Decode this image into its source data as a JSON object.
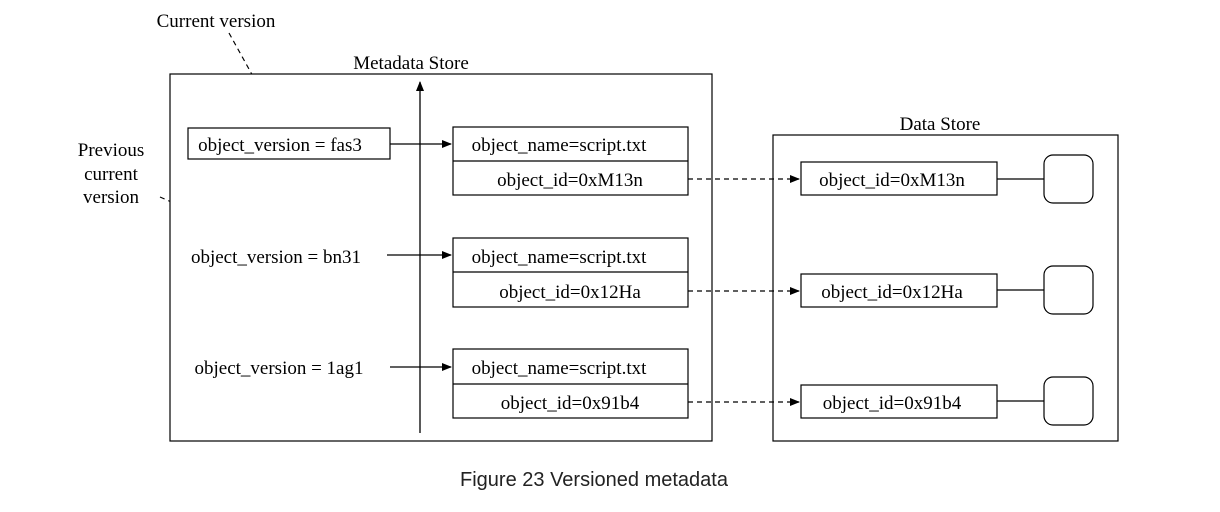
{
  "labels": {
    "current_version": "Current version",
    "previous_current_version": [
      "Previous",
      "current",
      "version"
    ],
    "metadata_store": "Metadata Store",
    "data_store": "Data Store"
  },
  "versions": [
    {
      "label": "object_version = fas3",
      "name": "object_name=script.txt",
      "id": "object_id=0xM13n",
      "data_id": "object_id=0xM13n"
    },
    {
      "label": "object_version = bn31",
      "name": "object_name=script.txt",
      "id": "object_id=0x12Ha",
      "data_id": "object_id=0x12Ha"
    },
    {
      "label": "object_version = 1ag1",
      "name": "object_name=script.txt",
      "id": "object_id=0x91b4",
      "data_id": "object_id=0x91b4"
    }
  ],
  "caption": "Figure 23 Versioned metadata"
}
